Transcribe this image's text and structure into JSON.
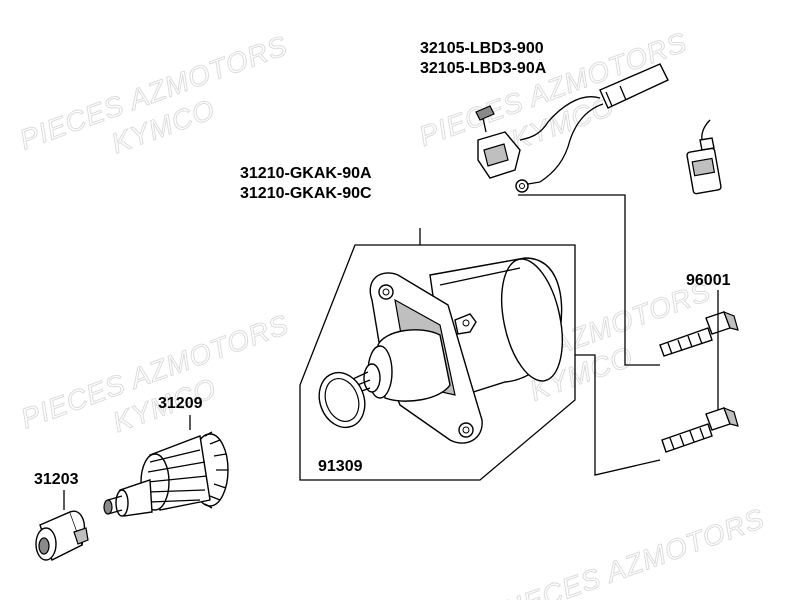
{
  "watermark": {
    "line1": "PIECES AZMOTORS",
    "line2": "KYMCO"
  },
  "callouts": {
    "harness_a": "32105-LBD3-900",
    "harness_b": "32105-LBD3-90A",
    "motor_a": "31210-GKAK-90A",
    "motor_b": "31210-GKAK-90C",
    "bolt": "96001",
    "oring": "91309",
    "drive": "31209",
    "cap": "31203"
  }
}
